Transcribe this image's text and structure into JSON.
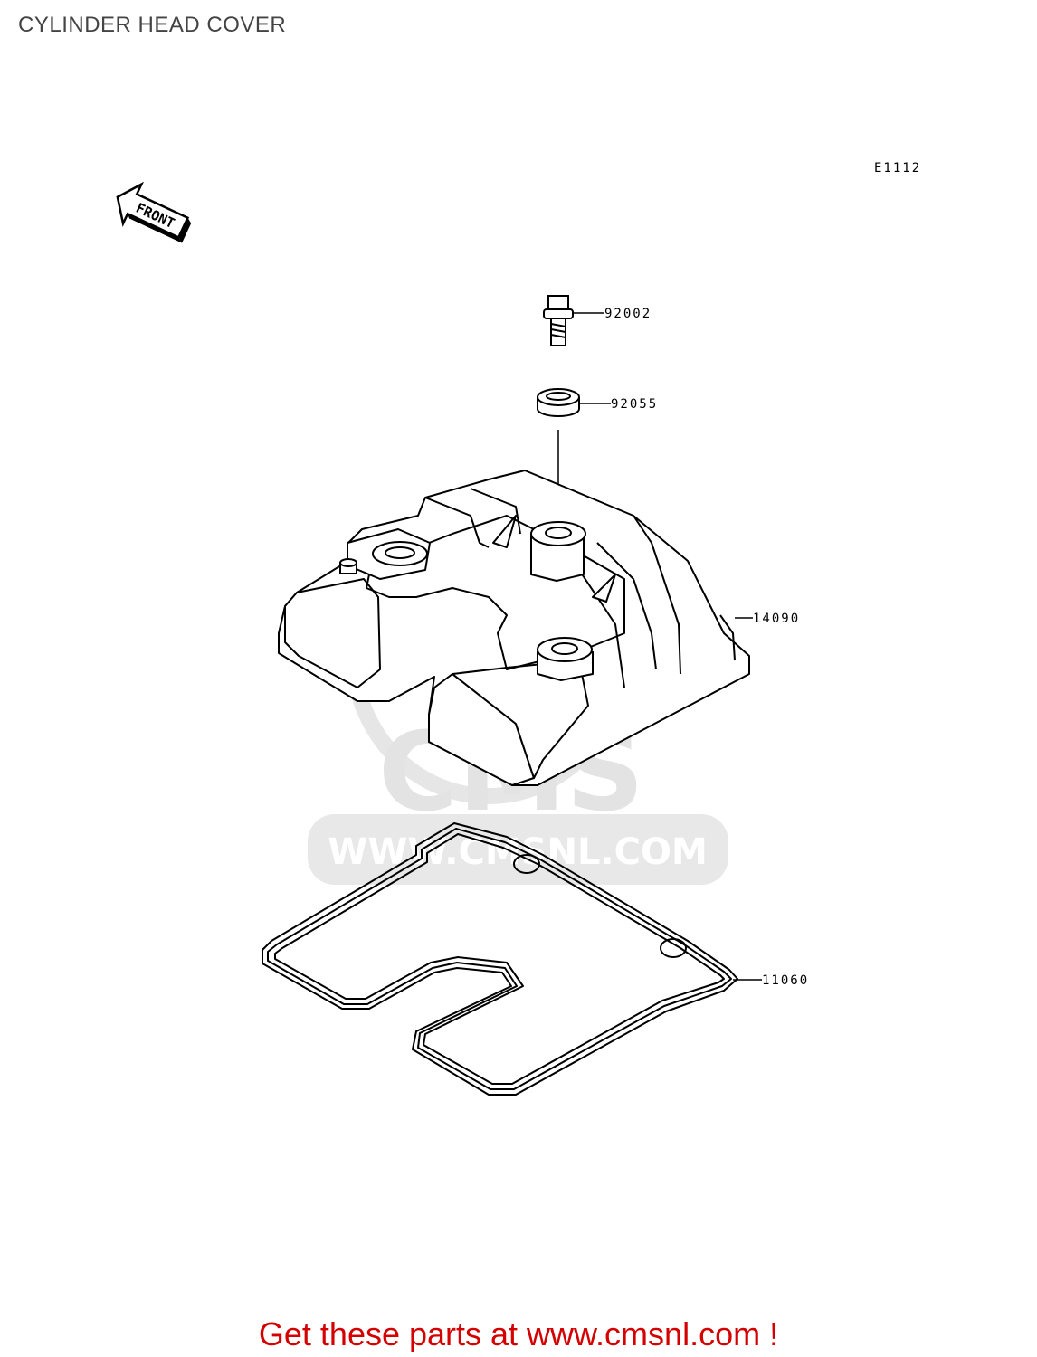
{
  "title": "CYLINDER HEAD COVER",
  "diagram_code": "E1112",
  "front_marker": "FRONT",
  "watermark": {
    "brand": "CMS",
    "url": "WWW.CMSNL.COM"
  },
  "parts": [
    {
      "number": "92002",
      "description": "bolt"
    },
    {
      "number": "92055",
      "description": "grommet"
    },
    {
      "number": "14090",
      "description": "cylinder head cover"
    },
    {
      "number": "11060",
      "description": "gasket"
    }
  ],
  "footer": "Get these parts at www.cmsnl.com !"
}
